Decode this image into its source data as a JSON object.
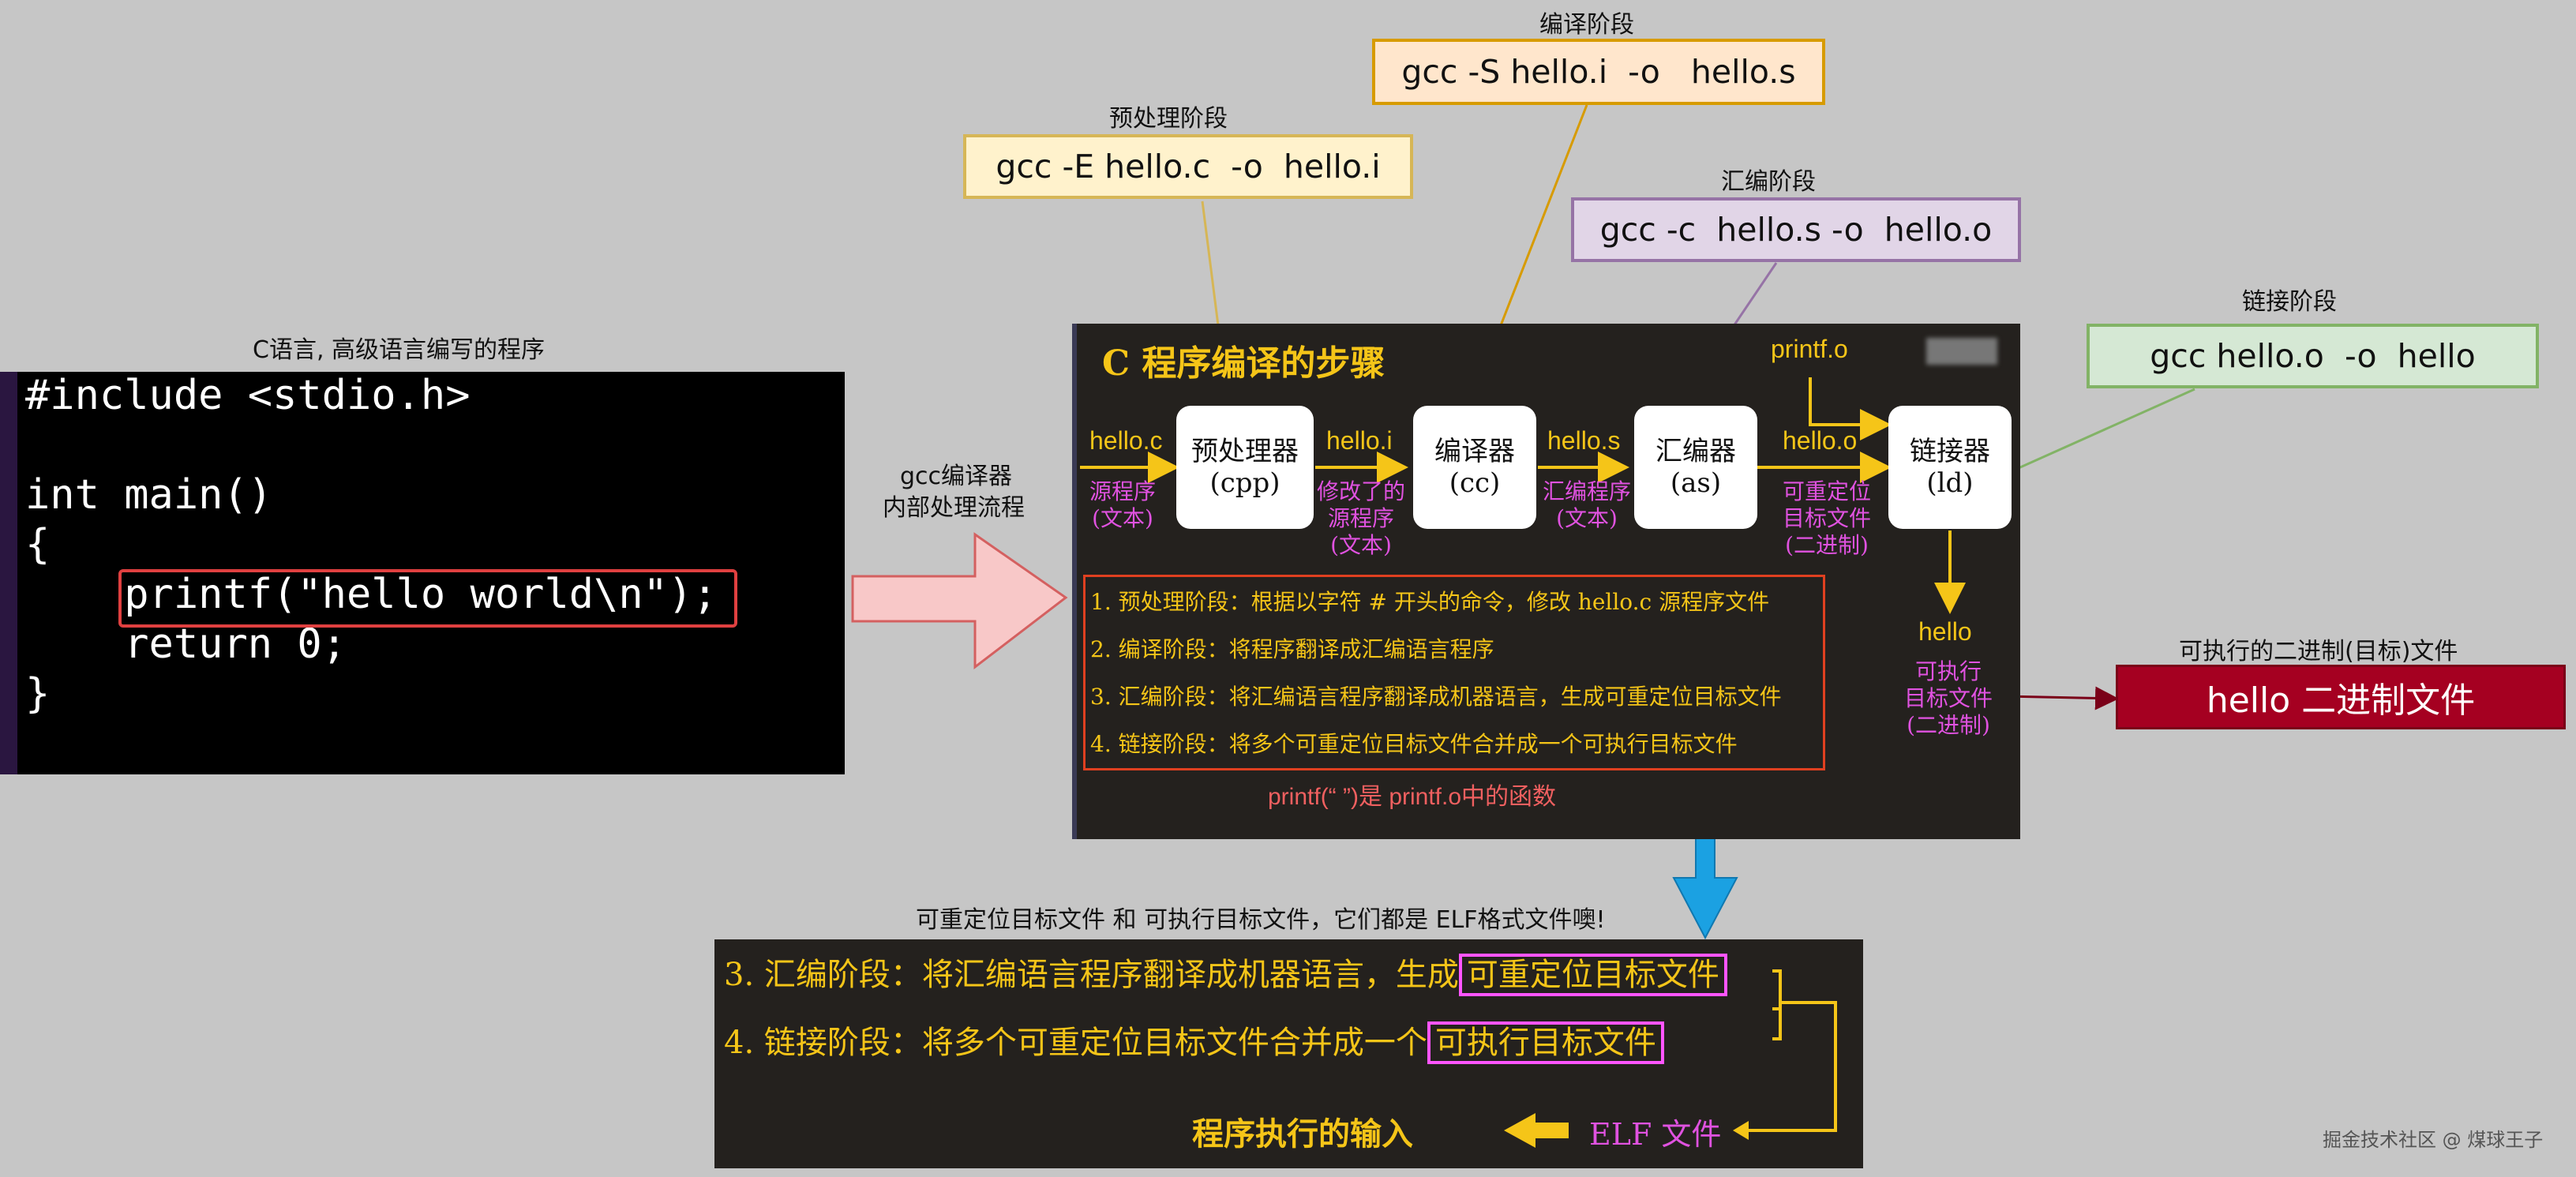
{
  "code_panel": {
    "caption": "C语言, 高级语言编写的程序",
    "lines": [
      "#include <stdio.h>",
      "",
      "int main()",
      "{",
      "    printf(\"hello world\\n\");",
      "    return 0;",
      "}"
    ]
  },
  "gcc_label": {
    "line1": "gcc编译器",
    "line2": "内部处理流程"
  },
  "commands": {
    "preprocess": {
      "caption": "预处理阶段",
      "cmd": "gcc -E hello.c  -o  hello.i"
    },
    "compile": {
      "caption": "编译阶段",
      "cmd": "gcc -S hello.i  -o   hello.s"
    },
    "assemble": {
      "caption": "汇编阶段",
      "cmd": "gcc -c  hello.s -o  hello.o"
    },
    "link": {
      "caption": "链接阶段",
      "cmd": "gcc hello.o  -o  hello"
    }
  },
  "diagram": {
    "title": "C 程序编译的步骤",
    "printf_o": "printf.o",
    "stages": [
      {
        "name": "预处理器",
        "tool": "(cpp)"
      },
      {
        "name": "编译器",
        "tool": "(cc)"
      },
      {
        "name": "汇编器",
        "tool": "(as)"
      },
      {
        "name": "链接器",
        "tool": "(ld)"
      }
    ],
    "files": [
      "hello.c",
      "hello.i",
      "hello.s",
      "hello.o",
      "hello"
    ],
    "file_types": [
      [
        "源程序",
        "(文本)"
      ],
      [
        "修改了的",
        "源程序",
        "(文本)"
      ],
      [
        "汇编程序",
        "(文本)"
      ],
      [
        "可重定位",
        "目标文件",
        "(二进制)"
      ],
      [
        "可执行",
        "目标文件",
        "(二进制)"
      ]
    ],
    "steps": [
      "1. 预处理阶段：根据以字符 # 开头的命令，修改 hello.c 源程序文件",
      "2. 编译阶段：将程序翻译成汇编语言程序",
      "3. 汇编阶段：将汇编语言程序翻译成机器语言，生成可重定位目标文件",
      "4. 链接阶段：将多个可重定位目标文件合并成一个可执行目标文件"
    ],
    "printf_note": "printf(“   ”)是 printf.o中的函数"
  },
  "exe": {
    "caption": "可执行的二进制(目标)文件",
    "label": "hello 二进制文件"
  },
  "elf_panel": {
    "caption": "可重定位目标文件 和  可执行目标文件，它们都是 ELF格式文件噢!",
    "line1_prefix": "3. 汇编阶段：将汇编语言程序翻译成机器语言，生成",
    "line1_hl": "可重定位目标文件",
    "line2_prefix": "4. 链接阶段：将多个可重定位目标文件合并成一个",
    "line2_hl": "可执行目标文件",
    "input_label": "程序执行的输入",
    "elf_label": "ELF 文件"
  },
  "watermark": "掘金技术社区 @ 煤球王子",
  "colors": {
    "yellow": "#f5c518",
    "magenta": "#e052e0",
    "panel": "#24211e",
    "exe": "#a50021"
  }
}
